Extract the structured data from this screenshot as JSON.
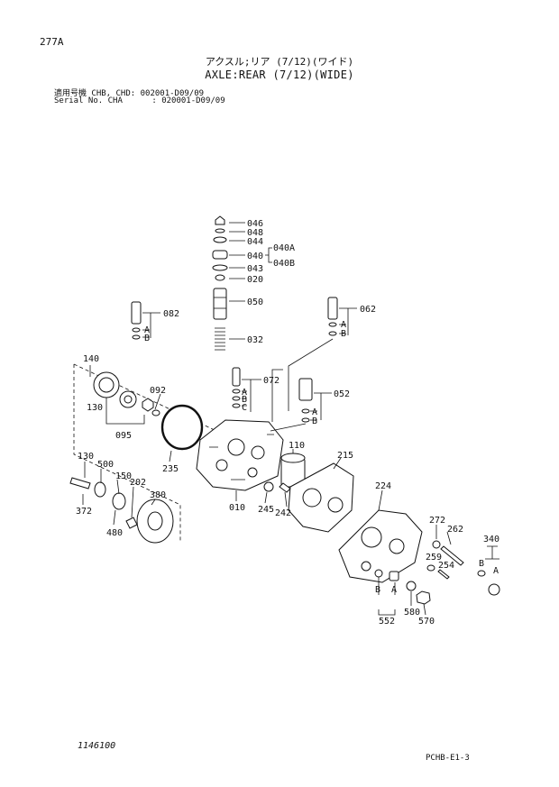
{
  "header": {
    "page_no": "277A",
    "title_jp": "アクスル;リア (7/12)(ワイド)",
    "title_en": "AXLE:REAR (7/12)(WIDE)",
    "serial_line_1": "適用号機 CHB, CHD: 002001-D09/09",
    "serial_line_2": "Serial No. CHA      : 020001-D09/09"
  },
  "footer": {
    "code": "1146100",
    "ref": "PCHB-E1-3"
  },
  "labels": {
    "p046": "046",
    "p048": "048",
    "p044": "044",
    "p040": "040",
    "p040A": "040A",
    "p040B": "040B",
    "p043": "043",
    "p020": "020",
    "p050": "050",
    "p032": "032",
    "p082": "082",
    "p062": "062",
    "p140": "140",
    "p092": "092",
    "p130a": "130",
    "p095": "095",
    "p235": "235",
    "p072": "072",
    "p052": "052",
    "p110": "110",
    "p215": "215",
    "p130b": "130",
    "p500": "500",
    "p150": "150",
    "p202": "202",
    "p380": "380",
    "p372": "372",
    "p480": "480",
    "p010": "010",
    "p245": "245",
    "p242": "242",
    "p224": "224",
    "p272": "272",
    "p262": "262",
    "p259": "259",
    "p254": "254",
    "p340": "340",
    "p552": "552",
    "p580": "580",
    "p570": "570",
    "A": "A",
    "B": "B",
    "C": "C"
  }
}
